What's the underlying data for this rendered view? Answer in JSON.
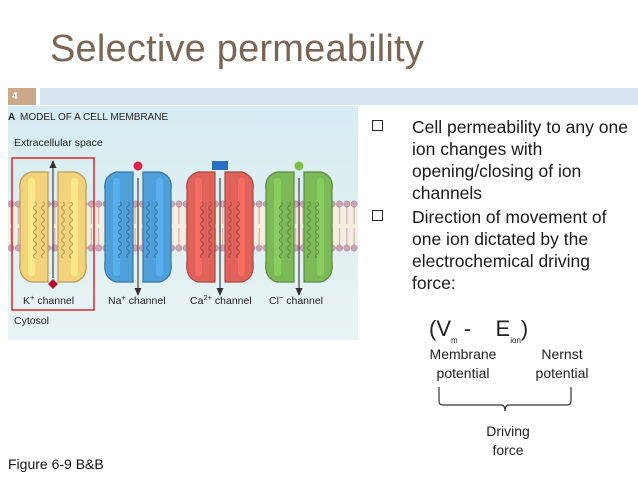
{
  "slide": {
    "title": "Selective permeability",
    "number": "4",
    "caption": "Figure 6-9 B&B"
  },
  "figure": {
    "panel": "A",
    "heading": "MODEL OF A CELL MEMBRANE",
    "extracellular": "Extracellular space",
    "cytosol": "Cytosol",
    "channels": [
      {
        "name": "K",
        "sup": "+",
        "suffix": " channel",
        "color": "#f2d27a",
        "ligand": "diamond",
        "ligand_color": "#b5102b",
        "arrow": "out",
        "highlighted": true
      },
      {
        "name": "Na",
        "sup": "+",
        "suffix": " channel",
        "color": "#4f9fd9",
        "ligand": "circle",
        "ligand_color": "#e0204a",
        "arrow": "in",
        "highlighted": false
      },
      {
        "name": "Ca",
        "sup": "2+",
        "suffix": " channel",
        "color": "#e0625a",
        "ligand": "rect",
        "ligand_color": "#2b6fc0",
        "arrow": "in",
        "highlighted": false
      },
      {
        "name": "Cl",
        "sup": "−",
        "suffix": " channel",
        "color": "#7cb957",
        "ligand": "circle",
        "ligand_color": "#7cc242",
        "arrow": "in",
        "highlighted": false
      }
    ]
  },
  "bullets": [
    "Cell permeability to any one ion changes with opening/closing of ion channels",
    "Direction of movement of one ion dictated by the electrochemical driving force:"
  ],
  "equation": {
    "open": "(V",
    "sub1": "m",
    "minus": " -    E",
    "sub2": "ion",
    "close": ")"
  },
  "labels": {
    "membrane_1": "Membrane",
    "membrane_2": "potential",
    "nernst_1": "Nernst",
    "nernst_2": "potential",
    "driving_1": "Driving",
    "driving_2": "force"
  }
}
